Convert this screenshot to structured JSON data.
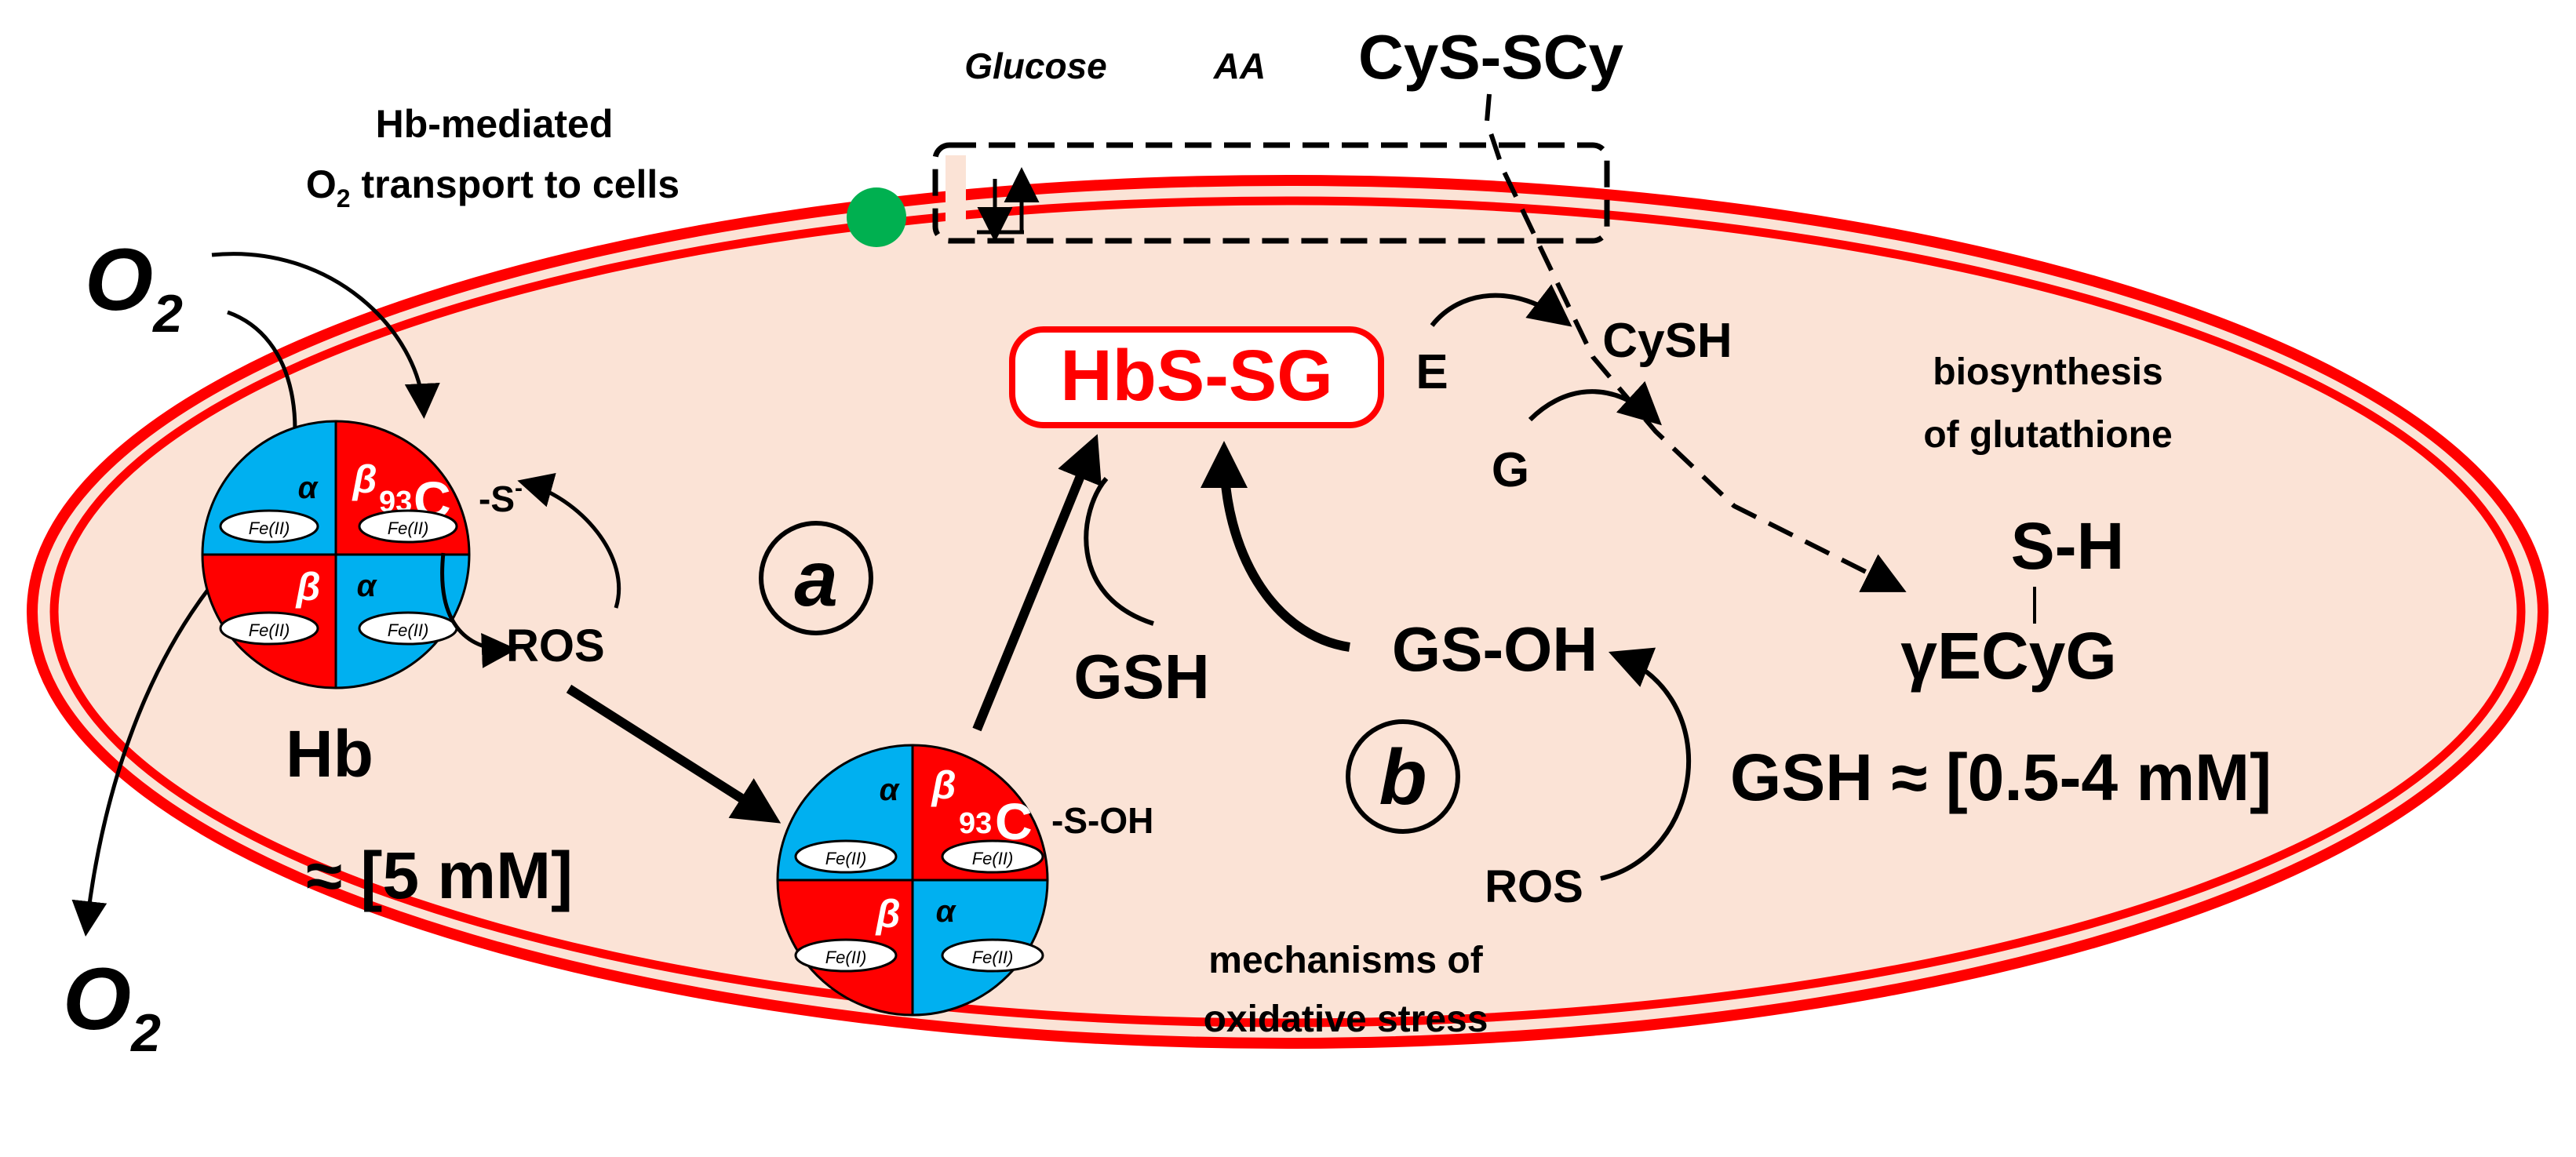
{
  "labels": {
    "glucose": "Glucose",
    "aa": "AA",
    "cystine": "CyS-SCy",
    "hb_mediated_line1": "Hb-mediated",
    "hb_mediated_line2_pre": "O",
    "hb_mediated_line2_sub": "2",
    "hb_mediated_line2_post": " transport to cells",
    "o2_in": "O",
    "o2_in_sub": "2",
    "o2_out": "O",
    "o2_out_sub": "2",
    "hbssg": "HbS-SG",
    "e": "E",
    "g": "G",
    "cysh": "CySH",
    "biosynthesis_line1": "biosynthesis",
    "biosynthesis_line2": "of glutathione",
    "s_h": "S-H",
    "gecyg": "γECyG",
    "gsh_conc": "GSH ≈ [0.5-4 mM]",
    "label_a": "a",
    "label_b": "b",
    "ros_top": "ROS",
    "ros_bottom": "ROS",
    "gsh": "GSH",
    "gsoh": "GS-OH",
    "hb": "Hb",
    "hb_conc": "≈ [5 mM]",
    "mechanisms_line1": "mechanisms of",
    "mechanisms_line2": "oxidative stress",
    "thiolate": "-S",
    "thiolate_sup": "-",
    "sulfenic": "-S-OH"
  },
  "hb_top": {
    "alpha1": "α",
    "beta1": "β",
    "beta2": "β",
    "alpha2": "α",
    "c93_num": "93",
    "c93_letter": "C",
    "fe1": "Fe(II)",
    "fe2": "Fe(II)",
    "fe3": "Fe(II)",
    "fe4": "Fe(II)"
  },
  "hb_bottom": {
    "alpha1": "α",
    "beta1": "β",
    "beta2": "β",
    "alpha2": "α",
    "c93_num": "93",
    "c93_letter": "C",
    "fe1": "Fe(II)",
    "fe2": "Fe(II)",
    "fe3": "Fe(II)",
    "fe4": "Fe(II)"
  },
  "colors": {
    "cell_fill": "#fbe3d6",
    "membrane_red": "#ff0000",
    "alpha_blue": "#00b0f0",
    "beta_red": "#ff0000",
    "channel_green": "#00b050"
  }
}
